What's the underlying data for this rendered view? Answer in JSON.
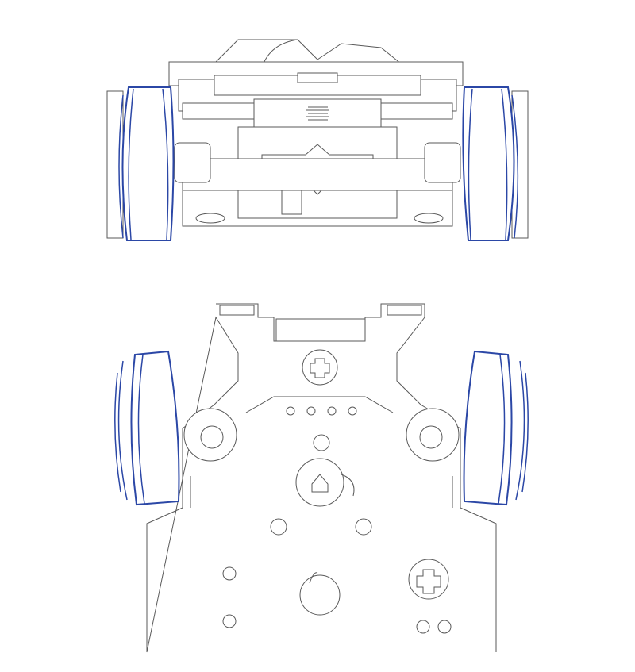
{
  "colors": {
    "wheel": "#2b47a6",
    "outline": "#5a5a5a",
    "background": "#ffffff"
  },
  "views": [
    {
      "id": "front-view",
      "icon": "chassis-front-view"
    },
    {
      "id": "top-view",
      "icon": "chassis-top-view"
    }
  ]
}
